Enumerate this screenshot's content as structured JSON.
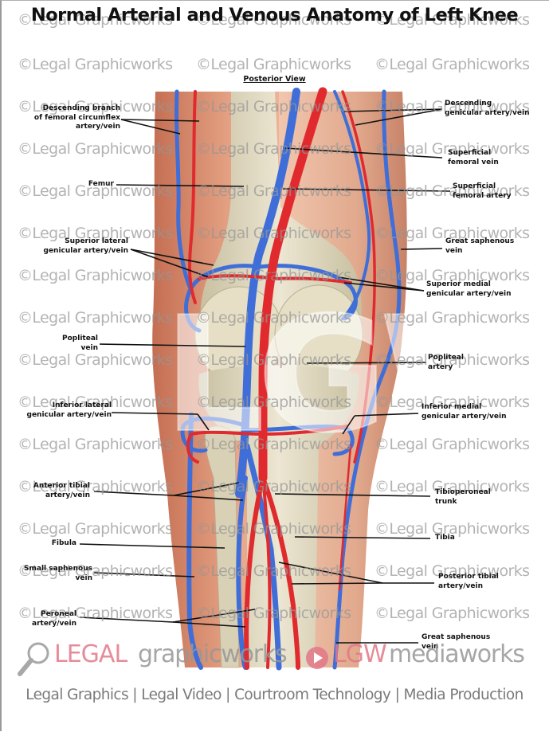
{
  "title": "Normal Arterial and Venous Anatomy of Left Knee",
  "view_label": "Posterior View",
  "watermark_text": "©Legal Graphicworks",
  "colors": {
    "artery": "#e02a2e",
    "vein": "#3f6ed8",
    "bone": "#ddd6bd",
    "skin_light": "#f3c9b0",
    "skin_dark": "#c9775a",
    "logo_pink": "#e27887",
    "logo_gray": "#969696"
  },
  "labels": {
    "left": [
      {
        "text": "Descending branch\nof femoral circumflex\nartery/vein"
      },
      {
        "text": "Femur"
      },
      {
        "text": "Superior lateral\ngenicular artery/vein"
      },
      {
        "text": "Popliteal\nvein"
      },
      {
        "text": "Inferior lateral\ngenicular artery/vein"
      },
      {
        "text": "Anterior tibial\nartery/vein"
      },
      {
        "text": "Fibula"
      },
      {
        "text": "Small saphenous\nvein"
      },
      {
        "text": "Peroneal\nartery/vein"
      }
    ],
    "right": [
      {
        "text": "Descending\ngenicular artery/vein"
      },
      {
        "text": "Superficial\nfemoral vein"
      },
      {
        "text": "Superficial\nfemoral artery"
      },
      {
        "text": "Great saphenous\nvein"
      },
      {
        "text": "Superior medial\ngenicular artery/vein"
      },
      {
        "text": "Popliteal\nartery"
      },
      {
        "text": "Inferior medial\ngenicular artery/vein"
      },
      {
        "text": "Tibioperoneal\ntrunk"
      },
      {
        "text": "Tibia"
      },
      {
        "text": "Posterior tibial\nartery/vein"
      },
      {
        "text": "Great saphenous\nvein"
      }
    ]
  },
  "footer": {
    "logo_left_a": "LEGAL",
    "logo_left_b": "graphicworks",
    "logo_right_a": "LGW",
    "logo_right_b": "mediaworks",
    "tagline": "Legal Graphics | Legal Video | Courtroom Technology | Media Production"
  }
}
